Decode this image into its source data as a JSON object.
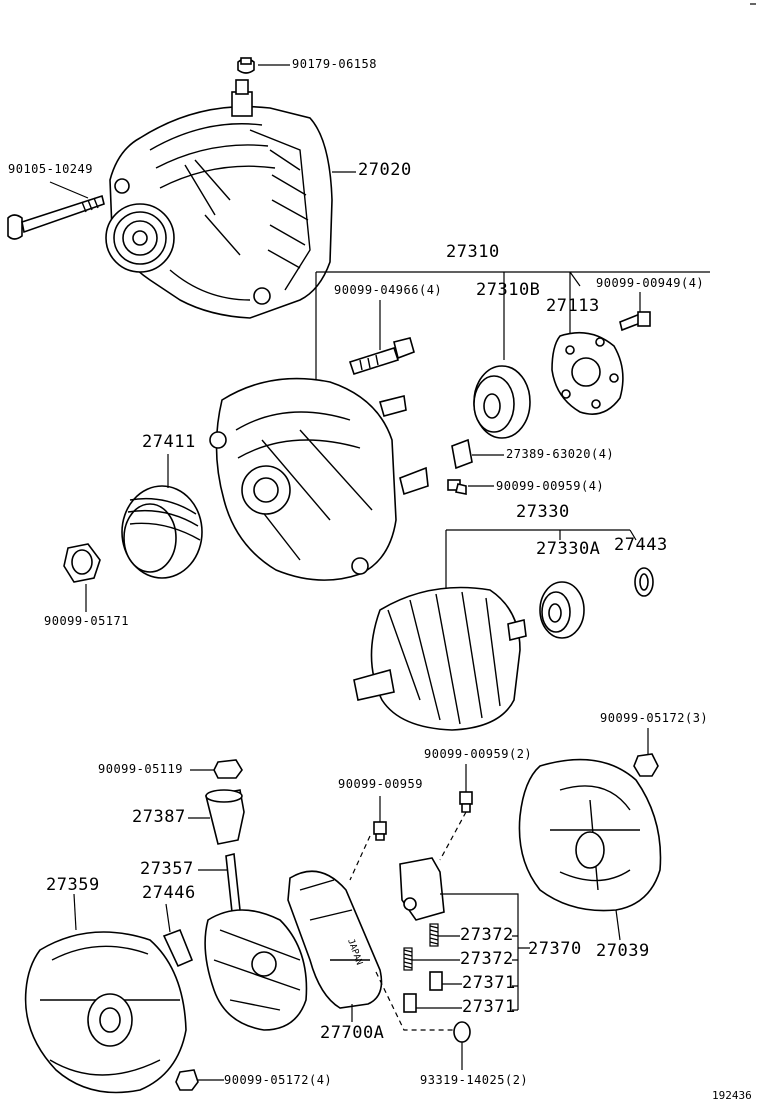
{
  "figure_id": "192436",
  "labels": {
    "p90179_06158": "90179-06158",
    "p27020": "27020",
    "p90105_10249": "90105-10249",
    "p27310": "27310",
    "p90099_04966": "90099-04966(4)",
    "p27310B": "27310B",
    "p27113": "27113",
    "p90099_00949": "90099-00949(4)",
    "p27411": "27411",
    "p27389_63020": "27389-63020(4)",
    "p90099_00959_4": "90099-00959(4)",
    "p27330": "27330",
    "p27330A": "27330A",
    "p27443": "27443",
    "p90099_05171": "90099-05171",
    "p90099_05172_3": "90099-05172(3)",
    "p90099_00959_2": "90099-00959(2)",
    "p90099_05119": "90099-05119",
    "p90099_00959": "90099-00959",
    "p27387": "27387",
    "p27357": "27357",
    "p27359": "27359",
    "p27446": "27446",
    "p27372a": "27372",
    "p27372b": "27372",
    "p27370": "27370",
    "p27039": "27039",
    "p27371a": "27371",
    "p27371b": "27371",
    "p27700A": "27700A",
    "p90099_05172_4": "90099-05172(4)",
    "p93319_14025": "93319-14025(2)"
  },
  "parts": [
    {
      "id": "alternator-assembly",
      "part": "27020"
    },
    {
      "id": "drive-end-frame",
      "part": "27310"
    },
    {
      "id": "pulley",
      "part": "27411"
    },
    {
      "id": "rotor",
      "part": "27330"
    },
    {
      "id": "rectifier-end-frame",
      "part": "27359"
    },
    {
      "id": "rear-end-cover",
      "part": "27039"
    },
    {
      "id": "brush-holder",
      "part": "27370"
    },
    {
      "id": "regulator",
      "part": "27700A"
    },
    {
      "id": "rectifier-holder",
      "part": "27357"
    }
  ]
}
